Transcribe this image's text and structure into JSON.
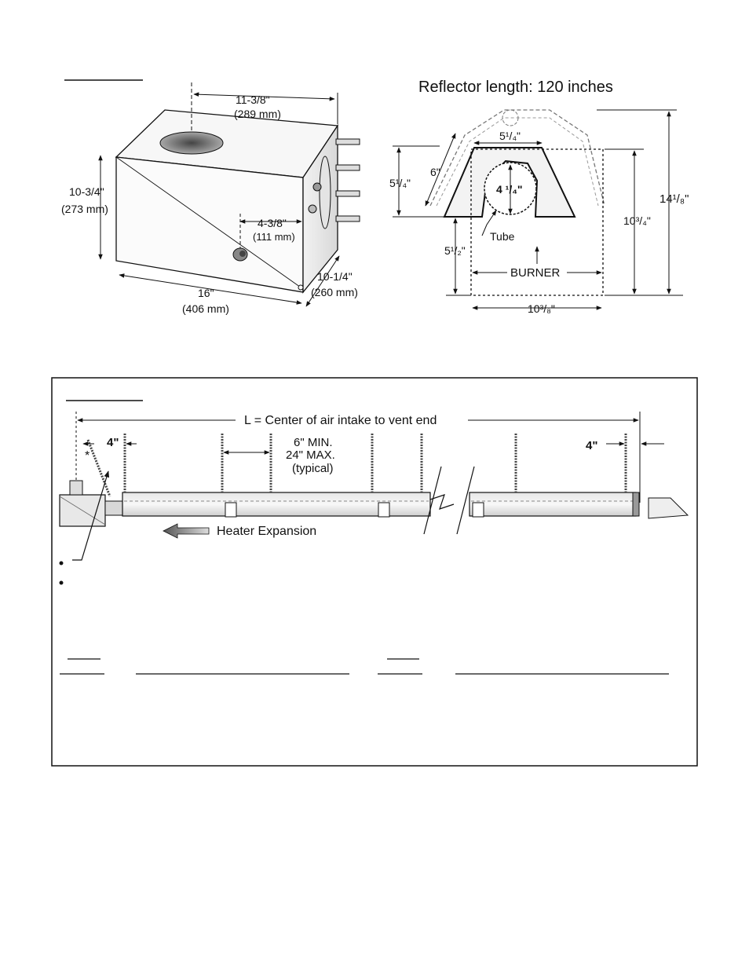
{
  "figure_top": {
    "heater_box": {
      "dim_depth": "11-3/8\"",
      "dim_depth_mm": "(289 mm)",
      "dim_height": "10-3/4\"",
      "dim_height_mm": "(273 mm)",
      "dim_offset": "4-3/8\"",
      "dim_offset_mm": "(111 mm)",
      "dim_length": "16\"",
      "dim_length_mm": "(406 mm)",
      "dim_width": "10-1/4\"",
      "dim_width_mm": "(260 mm)"
    },
    "reflector": {
      "title": "Reflector length: 120 inches",
      "dim_top": "5¹/₄\"",
      "dim_side": "6\"",
      "dim_left": "5¹/₄\"",
      "dim_tube": "4 ¹/₄\"",
      "tube_label": "Tube",
      "dim_lower_left": "5¹/₂\"",
      "burner_label": "BURNER",
      "dim_right_inner": "10³/₄\"",
      "dim_right_outer": "14¹/₈\"",
      "dim_bottom": "10³/₈\""
    }
  },
  "figure_bottom": {
    "length_label": "L = Center of air intake to vent end",
    "left_clearance": "4\"",
    "right_clearance": "4\"",
    "asterisk": "*",
    "spacing_min": "6\" MIN.",
    "spacing_max": "24\" MAX.",
    "spacing_typical": "(typical)",
    "expansion_label": "Heater Expansion"
  }
}
